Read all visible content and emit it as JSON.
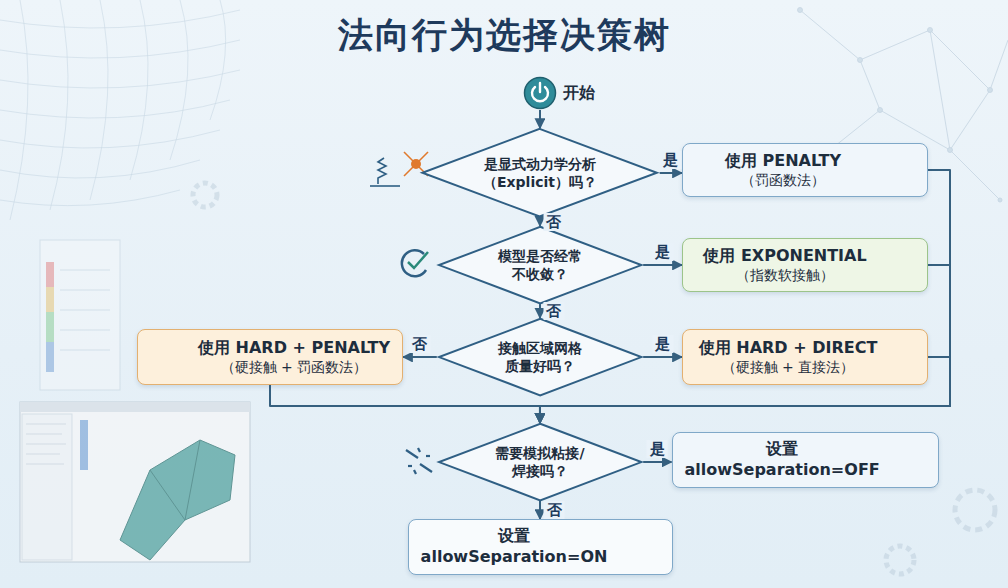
{
  "diagram": {
    "title": "法向行为选择决策树",
    "nodes": [
      {
        "text": [
          "开始"
        ]
      },
      {
        "text": [
          "是显式动力学分析 （Explicit）吗？"
        ]
      },
      {
        "text": [
          "使用 PENALTY",
          "（罚函数法）"
        ]
      },
      {
        "text": [
          "模型是否经常 不收敛？"
        ]
      },
      {
        "text": [
          "使用 EXPONENTIAL",
          "（指数软接触）"
        ]
      },
      {
        "text": [
          "接触区域网格 质量好吗？"
        ]
      },
      {
        "text": [
          "使用 HARD + PENALTY",
          "（硬接触 + 罚函数法）"
        ]
      },
      {
        "text": [
          "使用 HARD + DIRECT",
          "（硬接触 + 直接法）"
        ]
      },
      {
        "text": [
          "需要模拟粘接/ 焊接吗？"
        ]
      },
      {
        "text": [
          "设置 allowSeparation=OFF"
        ]
      },
      {
        "text": [
          "设置 allowSeparation=ON"
        ]
      }
    ],
    "edges": [
      {
        "from": 0,
        "to": 1,
        "arrow": "to"
      },
      {
        "from": 1,
        "to": 2,
        "label": "是",
        "arrow": "to"
      },
      {
        "from": 1,
        "to": 3,
        "label": "否",
        "arrow": "to"
      },
      {
        "from": 3,
        "to": 4,
        "label": "是",
        "arrow": "to"
      },
      {
        "from": 3,
        "to": 5,
        "label": "否",
        "arrow": "to"
      },
      {
        "from": 5,
        "to": 6,
        "label": "否",
        "arrow": "to"
      },
      {
        "from": 5,
        "to": 7,
        "label": "是",
        "arrow": "to"
      },
      {
        "from": 2,
        "to": 8,
        "arrow": "to"
      },
      {
        "from": 4,
        "to": 8,
        "arrow": "to"
      },
      {
        "from": 7,
        "to": 8,
        "arrow": "to"
      },
      {
        "from": 6,
        "to": 8,
        "arrow": "to"
      },
      {
        "from": 8,
        "to": 9,
        "label": "是",
        "arrow": "to"
      },
      {
        "from": 8,
        "to": 10,
        "label": "否",
        "arrow": "to"
      }
    ]
  }
}
